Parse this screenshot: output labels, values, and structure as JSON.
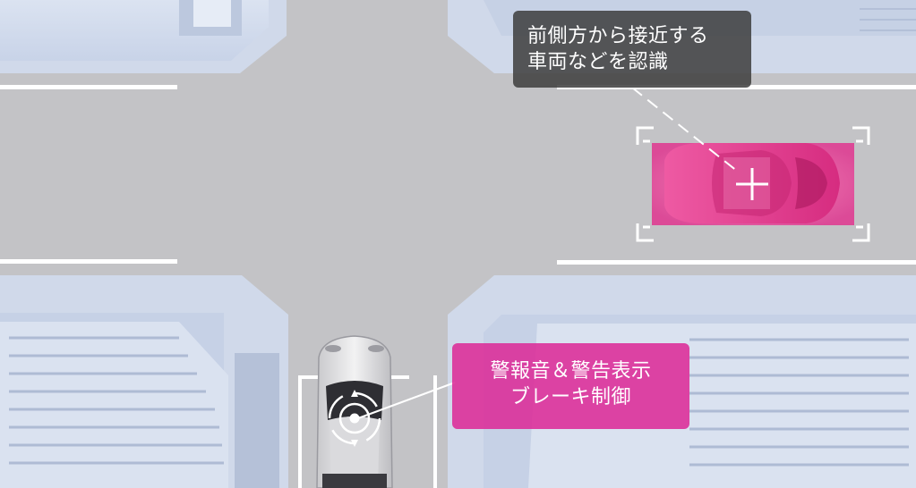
{
  "image_description": "Intersection illustration: own car at the bottom, an approaching car from the front-right highlighted in pink with detection brackets",
  "callouts": {
    "detection": {
      "line1": "前側方から接近する",
      "line2": "車両などを認識"
    },
    "warning": {
      "line1": "警報音＆警告表示",
      "line2": "ブレーキ制御"
    }
  },
  "colors": {
    "road": "#c3c3c6",
    "building": "#d3dced",
    "highlight_pink": "#e0358f",
    "callout_dark": "#3e3e3e",
    "callout_pink": "#dc2896"
  }
}
